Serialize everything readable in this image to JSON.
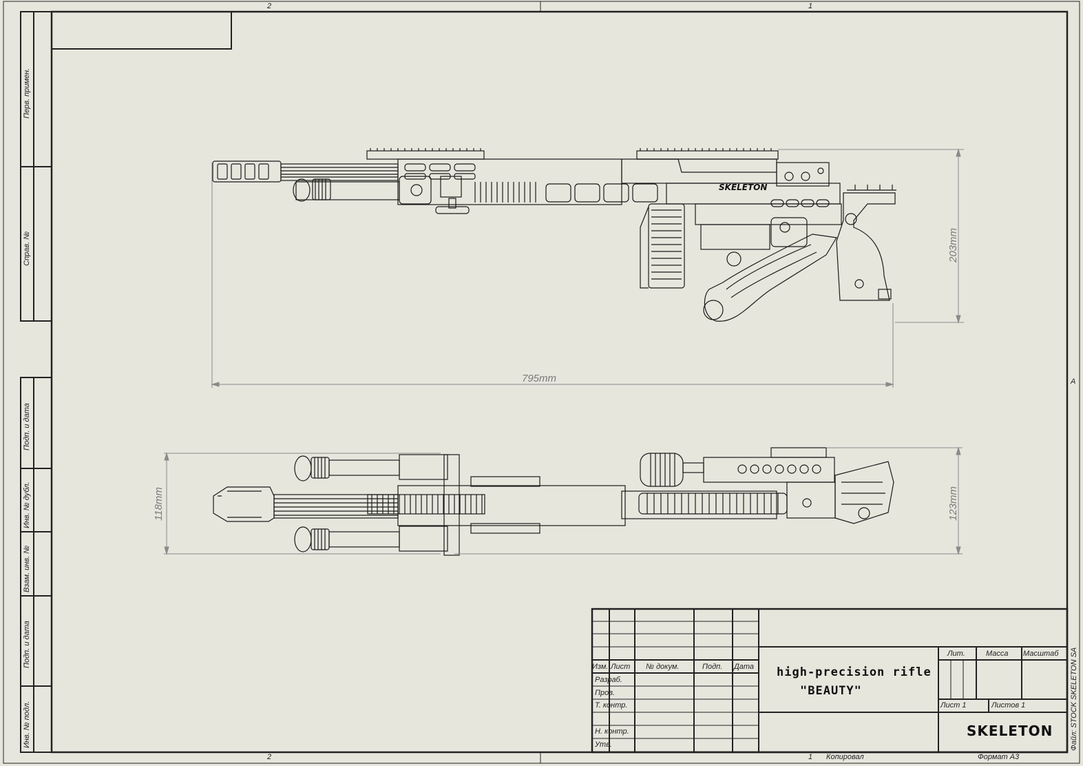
{
  "zones": {
    "top_left": "2",
    "top_right": "1",
    "bottom_left": "2",
    "bottom_right": "1",
    "right_edge": "A"
  },
  "side_stamp": {
    "perv_primen": "Перв. примен.",
    "sprav_no": "Справ. №",
    "podp_data_1": "Подп. и дата",
    "inv_dubl": "Инв. № дубл.",
    "vzam_inv": "Взам. инв. №",
    "podp_data_2": "Подп. и дата",
    "inv_podl": "Инв. № подл."
  },
  "dimensions": {
    "side_height": "203mm",
    "side_length": "795mm",
    "top_width_left": "118mm",
    "top_width_right": "123mm"
  },
  "title_block": {
    "col_izm": "Изм.",
    "col_list": "Лист",
    "col_docum": "№ докум.",
    "col_podp": "Подп.",
    "col_data": "Дата",
    "row_razrab": "Разраб.",
    "row_prov": "Пров.",
    "row_tkontr": "Т. контр.",
    "row_nkontr": "Н. контр.",
    "row_utv": "Утв.",
    "title_line1": "high-precision rifle",
    "title_line2": "\"BEAUTY\"",
    "lit": "Лит.",
    "massa": "Масса",
    "masshtab": "Масштаб",
    "sheet": "Лист 1",
    "sheets": "Листов 1",
    "company": "SKELETON",
    "file": "Файл: STOCK SKELETON SA",
    "kopiroval": "Копировал",
    "format": "Формат A3"
  },
  "logo_text": "SKELETON"
}
